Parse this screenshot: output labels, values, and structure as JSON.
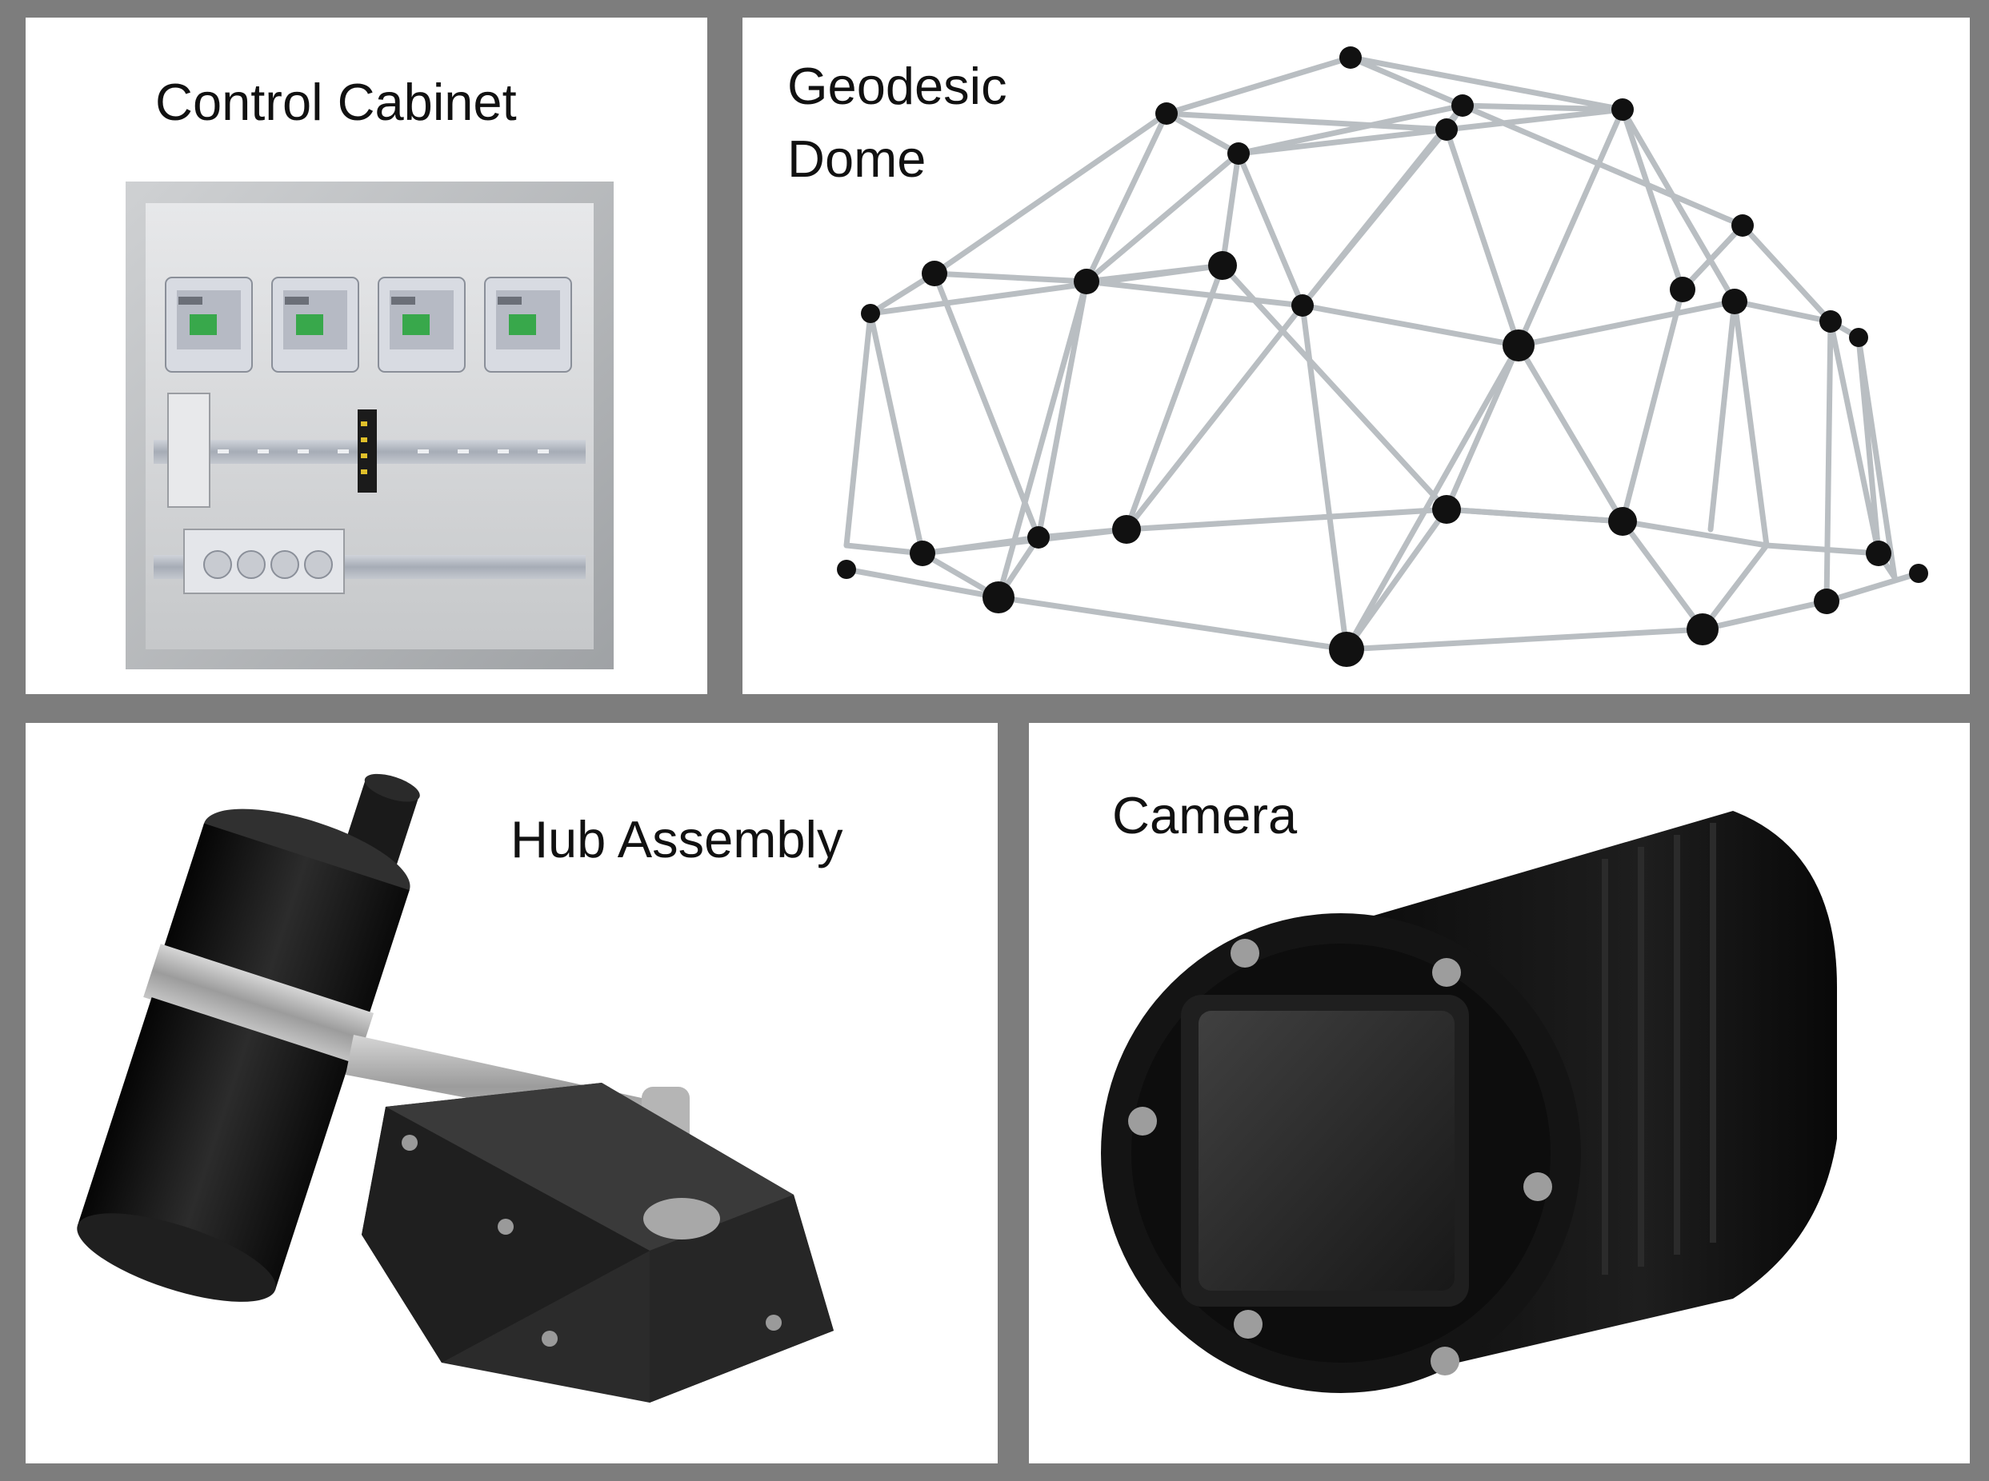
{
  "panels": {
    "control_cabinet": {
      "title": "Control Cabinet"
    },
    "geodesic_dome": {
      "title_line1": "Geodesic",
      "title_line2": "Dome"
    },
    "hub_assembly": {
      "title": "Hub Assembly"
    },
    "camera": {
      "title": "Camera"
    }
  },
  "colors": {
    "background": "#7d7d7d",
    "panel": "#ffffff",
    "strut": "#b9bec2",
    "hub": "#111111",
    "metal": "#a9a9a9"
  }
}
